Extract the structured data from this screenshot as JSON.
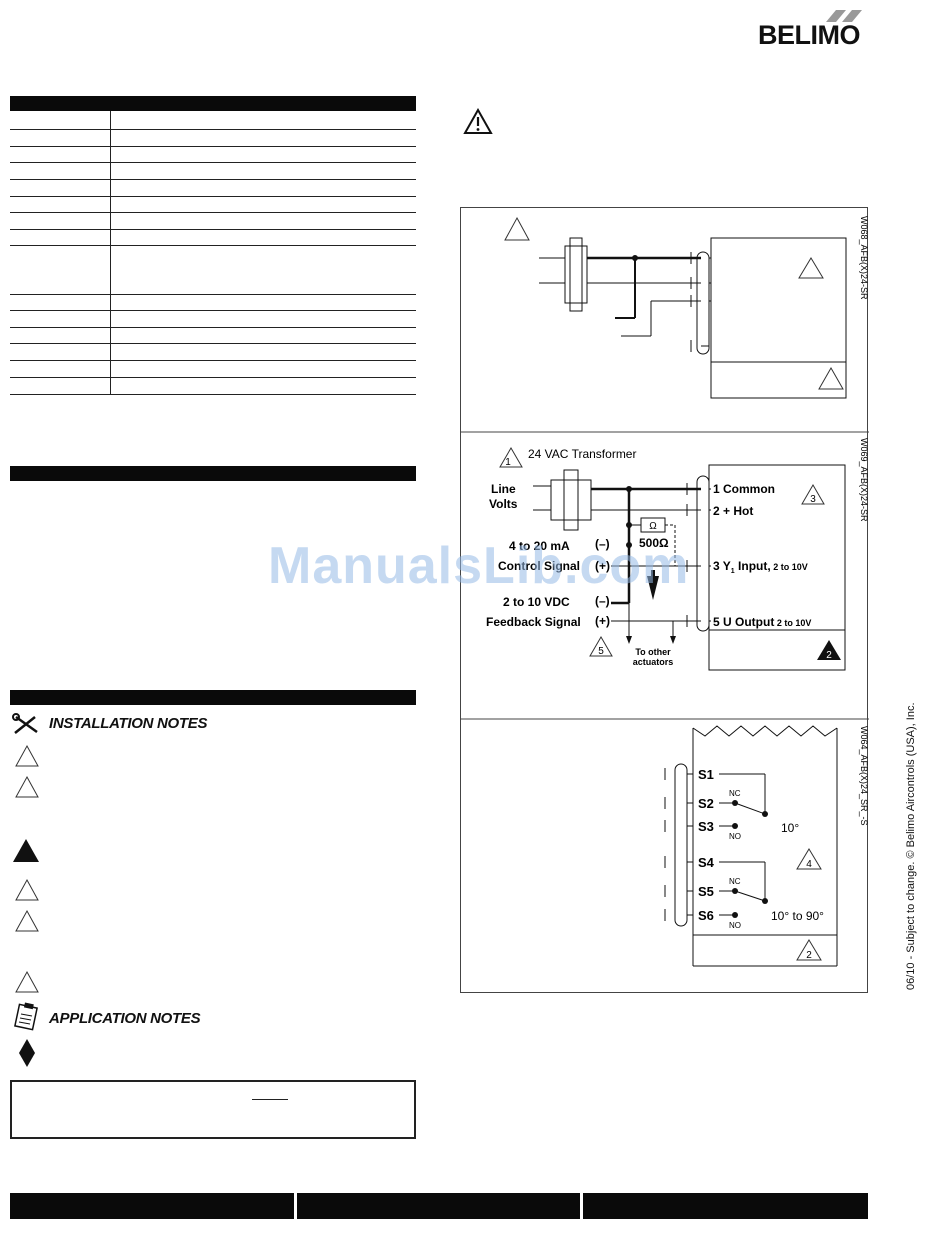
{
  "brand": {
    "logo_text": "BELIMO"
  },
  "install_notes": {
    "title": "INSTALLATION NOTES"
  },
  "app_notes": {
    "title": "APPLICATION NOTES"
  },
  "watermark": "ManualsLib.com",
  "side_text": "06/10 - Subject to change. © Belimo Aircontrols (USA), Inc.",
  "diagram1": {
    "code": "W068_AFB(X)24-SR"
  },
  "diagram2": {
    "code": "W069_AFB(X)24-SR",
    "transformer": "24 VAC Transformer",
    "line": "Line",
    "volts": "Volts",
    "control_range": "4 to 20 mA",
    "control_label": "Control Signal",
    "feedback_range": "2 to 10 VDC",
    "feedback_label": "Feedback Signal",
    "minus": "(–)",
    "plus": "(+)",
    "resistor_symbol": "Ω",
    "resistor_value": "500Ω",
    "to_other": "To other",
    "actuators": "actuators",
    "t1": "1  Common",
    "t2": "2  + Hot",
    "t3_a": "3  Y",
    "t3_sub": "1",
    "t3_b": " Input,",
    "t3_range": " 2 to 10V",
    "t5_a": "5  U  Output",
    "t5_range": " 2 to 10V",
    "n1": "1",
    "n2": "2",
    "n3": "3",
    "n5": "5"
  },
  "diagram3": {
    "code": "W064_AFB(X)24_SR_-S",
    "s1": "S1",
    "s2": "S2",
    "s3": "S3",
    "s4": "S4",
    "s5": "S5",
    "s6": "S6",
    "nc": "NC",
    "no": "NO",
    "angle1": "10°",
    "angle2": "10° to 90°",
    "n2": "2",
    "n4": "4"
  }
}
